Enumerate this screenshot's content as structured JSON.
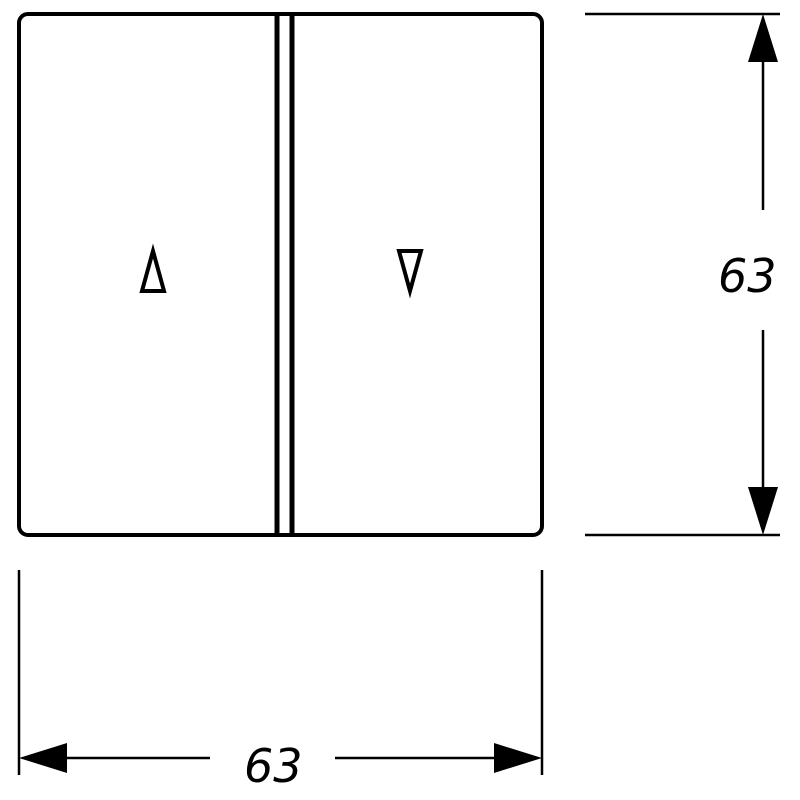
{
  "drawing": {
    "left_rocker": {
      "symbol": "up-triangle"
    },
    "right_rocker": {
      "symbol": "down-triangle"
    },
    "dimensions": {
      "width_value": "63",
      "height_value": "63"
    }
  }
}
